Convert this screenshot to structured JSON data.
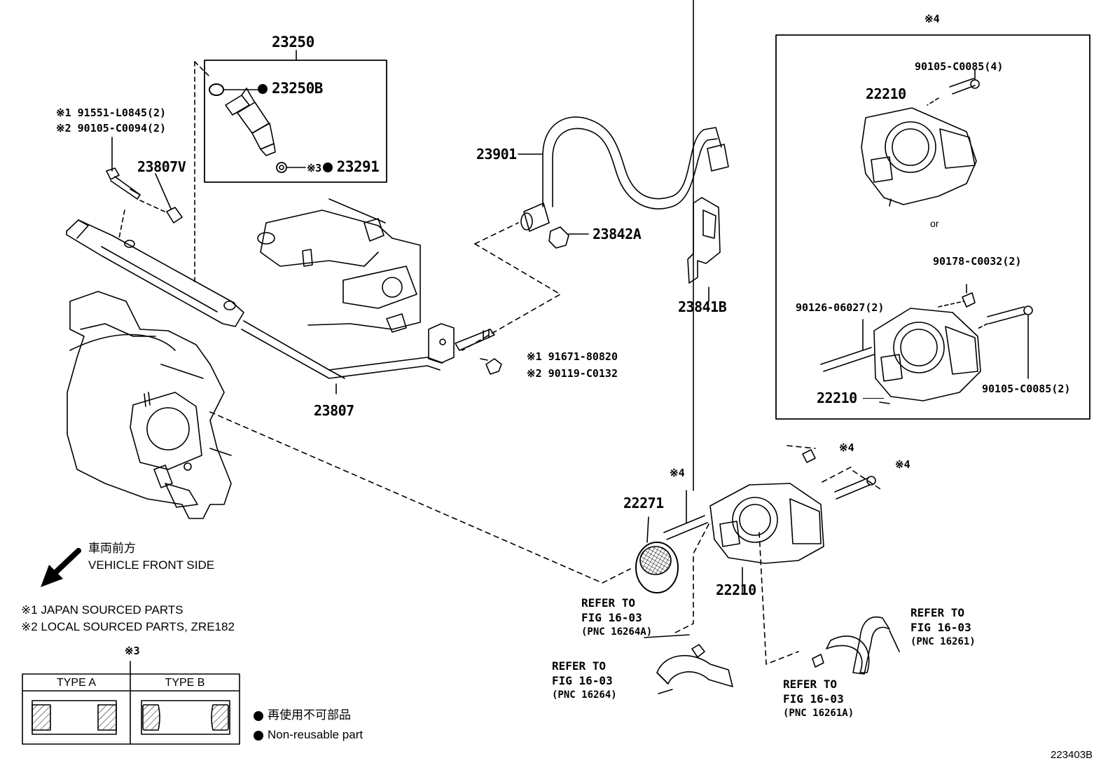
{
  "parts": {
    "p23250": "23250",
    "p23250B": "23250B",
    "p23291": "23291",
    "n3": "※3",
    "p91551": "※1 91551-L0845(2)",
    "p90105_94": "※2 90105-C0094(2)",
    "p23807V": "23807V",
    "p23901": "23901",
    "p23842A": "23842A",
    "p23841B": "23841B",
    "p91671": "※1 91671-80820",
    "p90119": "※2 90119-C0132",
    "p23807": "23807",
    "p22271": "22271",
    "p22210_main": "22210",
    "star4_top": "※4",
    "star4_a": "※4",
    "star4_b": "※4",
    "star4_c": "※4"
  },
  "inset": {
    "marker": "※4",
    "p90105_4": "90105-C0085(4)",
    "p22210_a": "22210",
    "or": "or",
    "p90178": "90178-C0032(2)",
    "p90126": "90126-06027(2)",
    "p90105_2": "90105-C0085(2)",
    "p22210_b": "22210"
  },
  "refs": [
    {
      "l1": "REFER TO",
      "l2": "FIG 16-03",
      "l3": "(PNC 16264A)"
    },
    {
      "l1": "REFER TO",
      "l2": "FIG 16-03",
      "l3": "(PNC 16264)"
    },
    {
      "l1": "REFER TO",
      "l2": "FIG 16-03",
      "l3": "(PNC 16261)"
    },
    {
      "l1": "REFER TO",
      "l2": "FIG 16-03",
      "l3": "(PNC 16261A)"
    }
  ],
  "legend": {
    "front_jp": "車両前方",
    "front_en": "VEHICLE FRONT SIDE",
    "note1": "※1 JAPAN SOURCED PARTS",
    "note2": "※2 LOCAL SOURCED PARTS, ZRE182",
    "table_marker": "※3",
    "type_a": "TYPE A",
    "type_b": "TYPE B",
    "nonreuse_jp": "再使用不可部品",
    "nonreuse_en": "Non-reusable part"
  },
  "figure_id": "223403B"
}
